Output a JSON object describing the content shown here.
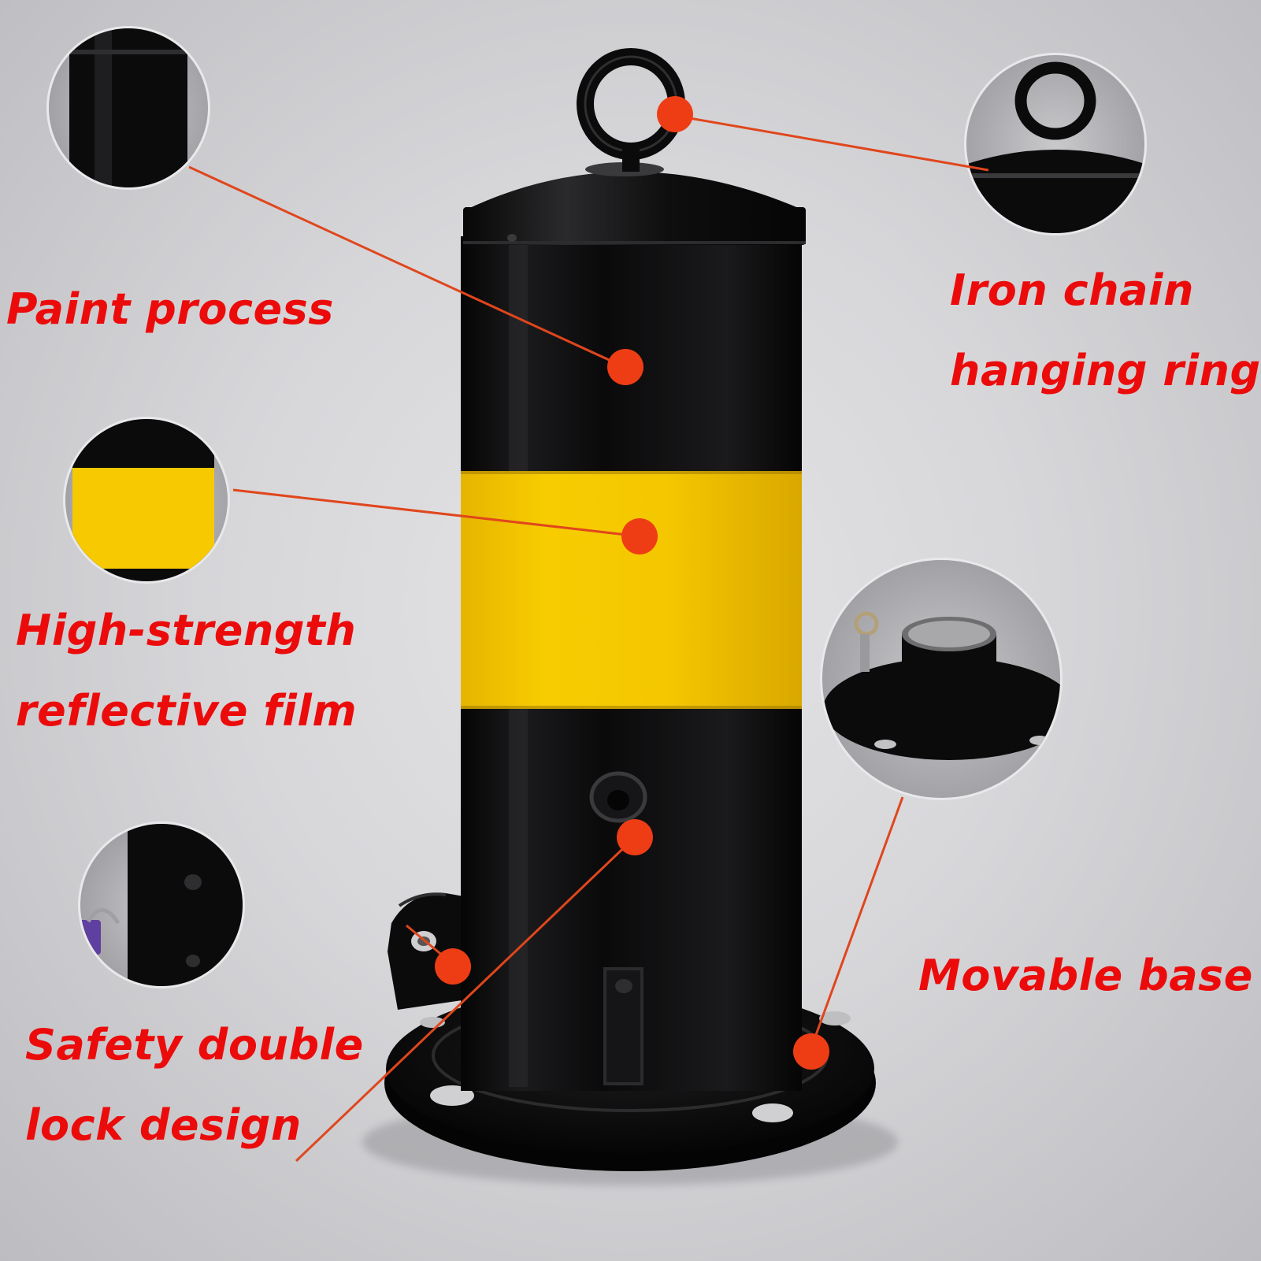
{
  "callouts": [
    {
      "id": "paint",
      "lines": [
        "Paint process"
      ]
    },
    {
      "id": "ring",
      "lines": [
        "Iron chain",
        "hanging ring"
      ]
    },
    {
      "id": "film",
      "lines": [
        "High-strength",
        "reflective film"
      ]
    },
    {
      "id": "lock",
      "lines": [
        "Safety double",
        "lock design"
      ]
    },
    {
      "id": "base",
      "lines": [
        "Movable base"
      ]
    }
  ],
  "colors": {
    "label_text": "#ec0b0b",
    "marker": "#ee3d15",
    "leader_line": "#e0461c",
    "post_body": "#0d0d0e",
    "reflective_band": "#f3c300",
    "background": "#d7d7da"
  },
  "icons": {
    "marker": "red-dot-marker-icon",
    "detail": "magnifier-detail-circle"
  }
}
